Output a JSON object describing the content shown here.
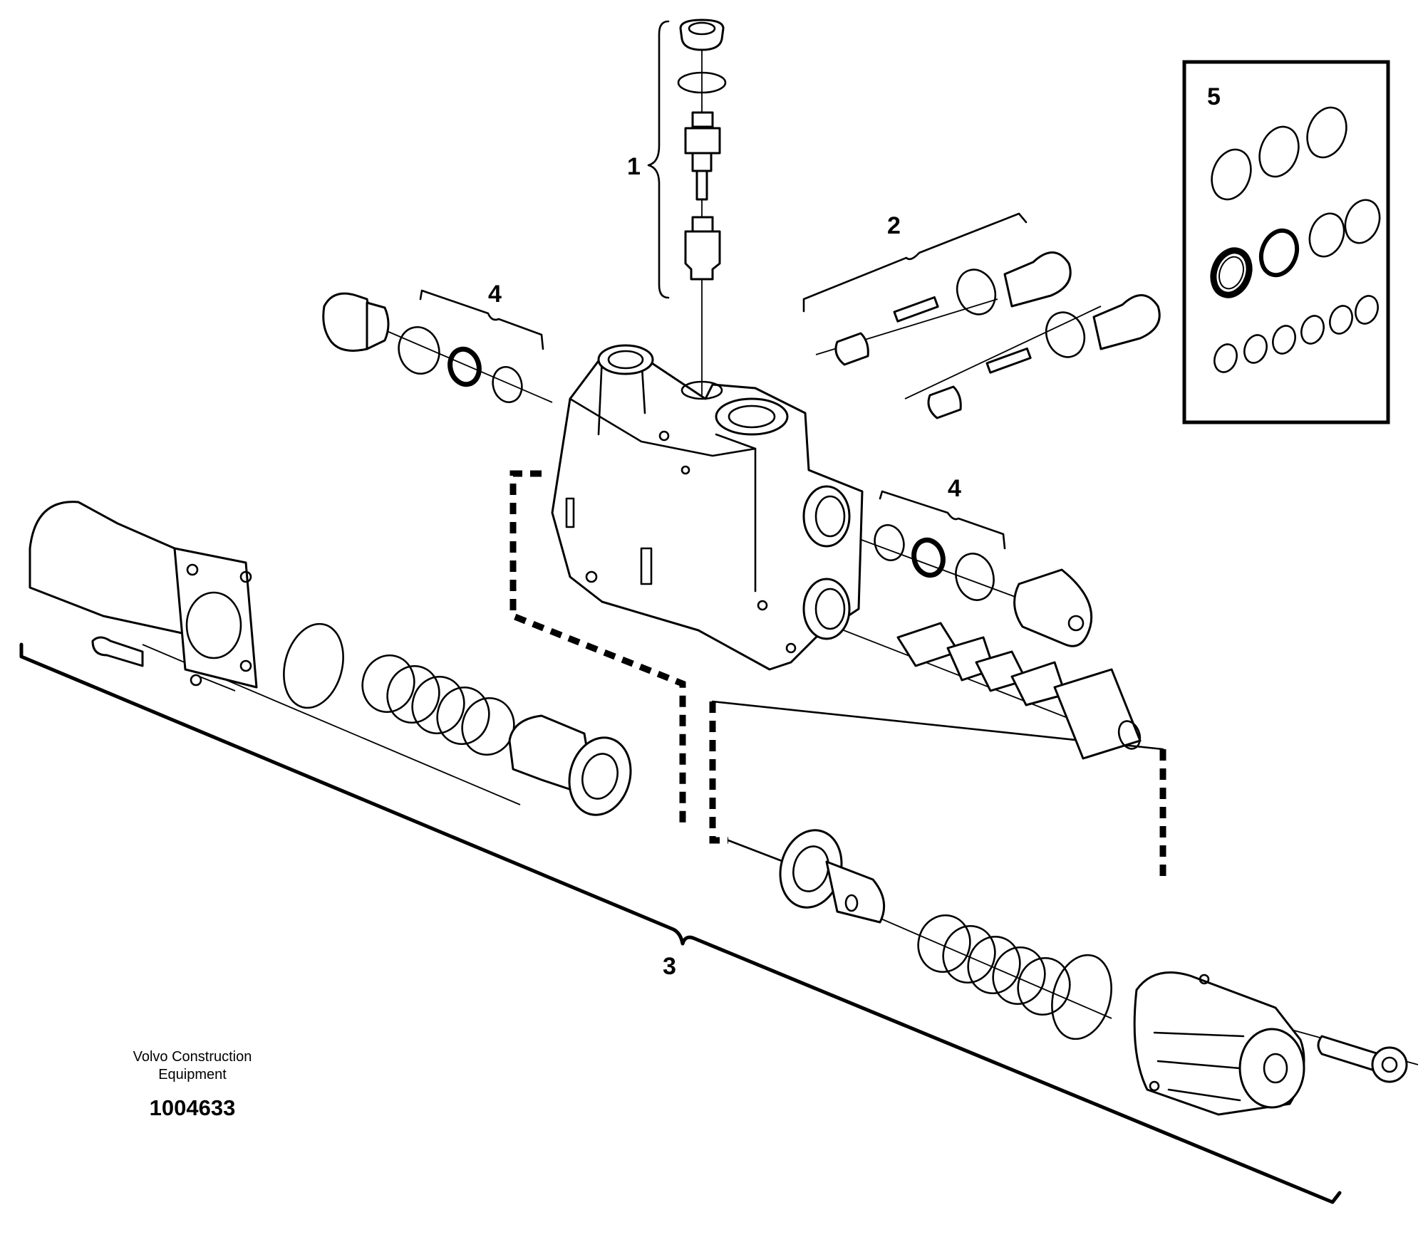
{
  "callouts": {
    "c1": "1",
    "c2": "2",
    "c3": "3",
    "c4a": "4",
    "c4b": "4",
    "c5": "5"
  },
  "footer": {
    "brand_line1": "Volvo Construction",
    "brand_line2": "Equipment",
    "doc_number": "1004633"
  }
}
